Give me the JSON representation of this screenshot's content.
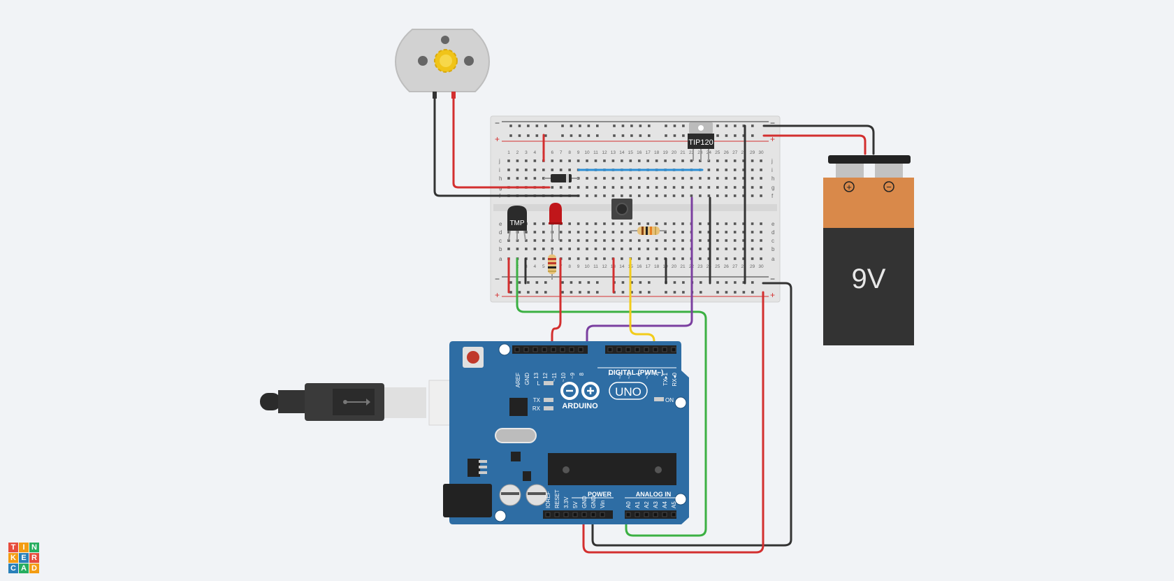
{
  "app": {
    "logo_letters": [
      "T",
      "I",
      "N",
      "K",
      "E",
      "R",
      "C",
      "A",
      "D"
    ],
    "logo_colors": [
      "#e74c3c",
      "#f39c12",
      "#27ae60",
      "#f39c12",
      "#2980b9",
      "#e74c3c",
      "#2980b9",
      "#27ae60",
      "#f39c12"
    ]
  },
  "breadboard": {
    "columns": 30,
    "rows_top": [
      "j",
      "i",
      "h",
      "g",
      "f"
    ],
    "rows_bottom": [
      "e",
      "d",
      "c",
      "b",
      "a"
    ],
    "rail_minus": "−",
    "rail_plus": "+"
  },
  "components": {
    "transistor_label": "TIP120",
    "temp_sensor_label": "TMP",
    "battery_label": "9V",
    "battery_plus": "+",
    "battery_minus": "−"
  },
  "arduino": {
    "logo_text": "ARDUINO",
    "model": "UNO",
    "digital_label": "DIGITAL (PWM~)",
    "power_label": "POWER",
    "analog_label": "ANALOG IN",
    "on_label": "ON",
    "led_labels": [
      "L",
      "TX",
      "RX"
    ],
    "digital_pins_left": [
      "AREF",
      "GND",
      "13",
      "12",
      "~11",
      "~10",
      "~9",
      "8"
    ],
    "digital_pins_right": [
      "7",
      "~6",
      "~5",
      "4",
      "~3",
      "2",
      "TX▸1",
      "RX◂0"
    ],
    "power_pins": [
      "IOREF",
      "RESET",
      "3.3V",
      "5V",
      "GND",
      "GND",
      "Vin"
    ],
    "analog_pins": [
      "A0",
      "A1",
      "A2",
      "A3",
      "A4",
      "A5"
    ]
  },
  "colors": {
    "wire_red": "#d32f2f",
    "wire_black": "#333333",
    "wire_green": "#3cb043",
    "wire_yellow": "#f2cc1b",
    "wire_purple": "#7b3fa0",
    "wire_blue": "#2d8fd5",
    "arduino_blue": "#2e6da4",
    "breadboard": "#e4e4e4",
    "battery_top": "#d9894a",
    "battery_body": "#333333"
  }
}
